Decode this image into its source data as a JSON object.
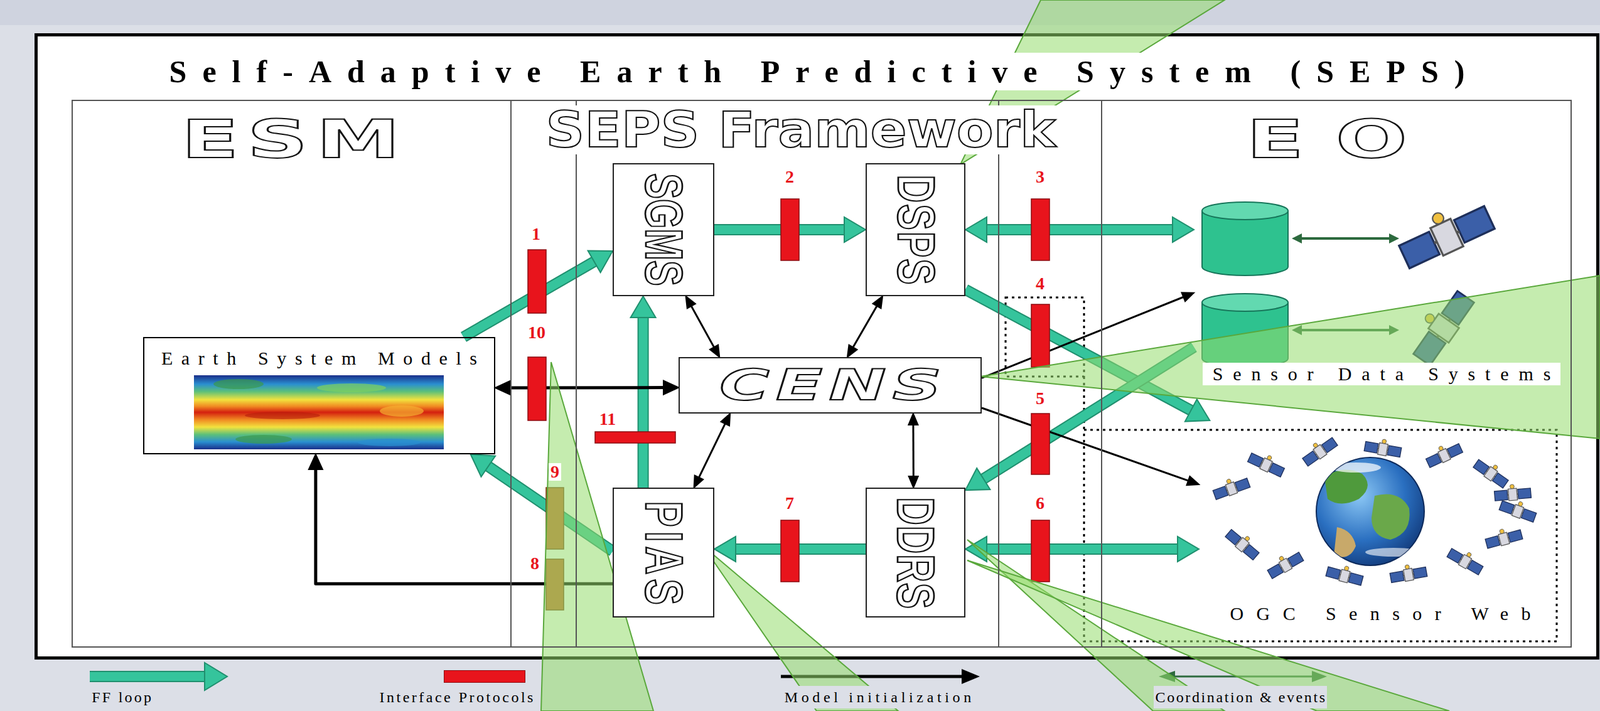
{
  "diagram": {
    "title": "Self-Adaptive Earth Predictive System (SEPS)",
    "nodes": [
      {
        "text": [
          "ESM"
        ]
      },
      {
        "text": [
          "Earth System Models"
        ],
        "in": 0
      },
      {
        "text": [
          "SEPS Framework"
        ]
      },
      {
        "text": [
          "SGMS"
        ],
        "in": 2
      },
      {
        "text": [
          "DSPS"
        ],
        "in": 2
      },
      {
        "text": [
          "CENS"
        ],
        "in": 2
      },
      {
        "text": [
          "PIAS"
        ],
        "in": 2
      },
      {
        "text": [
          "DDRS"
        ],
        "in": 2
      },
      {
        "text": [
          "EO"
        ]
      },
      {
        "text": [
          "Sensor Data Systems"
        ],
        "in": 8
      },
      {
        "text": [
          "OGC Sensor Web"
        ],
        "in": 8
      }
    ],
    "edges": [
      {
        "from": 1,
        "to": 3,
        "arrow": "to"
      },
      {
        "from": 3,
        "to": 4,
        "arrow": "to"
      },
      {
        "from": 4,
        "to": 9,
        "arrow": "both"
      },
      {
        "from": 4,
        "to": 10,
        "arrow": "to"
      },
      {
        "from": 9,
        "to": 7,
        "arrow": "to"
      },
      {
        "from": 7,
        "to": 10,
        "arrow": "both"
      },
      {
        "from": 7,
        "to": 6,
        "arrow": "to"
      },
      {
        "from": 6,
        "to": 3,
        "arrow": "to"
      },
      {
        "from": 6,
        "to": 1,
        "arrow": "to"
      },
      {
        "from": 6,
        "to": 1,
        "arrow": "to"
      },
      {
        "from": 5,
        "to": 1,
        "arrow": "both"
      },
      {
        "from": 5,
        "to": 3,
        "arrow": "both"
      },
      {
        "from": 5,
        "to": 4,
        "arrow": "both"
      },
      {
        "from": 5,
        "to": 6,
        "arrow": "both"
      },
      {
        "from": 5,
        "to": 7,
        "arrow": "both"
      },
      {
        "from": 5,
        "to": 9,
        "arrow": "to"
      },
      {
        "from": 5,
        "to": 10,
        "arrow": "to"
      }
    ],
    "labels": [
      "1",
      "2",
      "3",
      "4",
      "5",
      "6",
      "7",
      "8",
      "9",
      "10",
      "11"
    ],
    "legend": [
      {
        "text": "FF loop"
      },
      {
        "text": "Interface Protocols",
        "color": "#e8141c"
      },
      {
        "text": "Model initialization"
      },
      {
        "text": "Coordination & events"
      }
    ]
  }
}
